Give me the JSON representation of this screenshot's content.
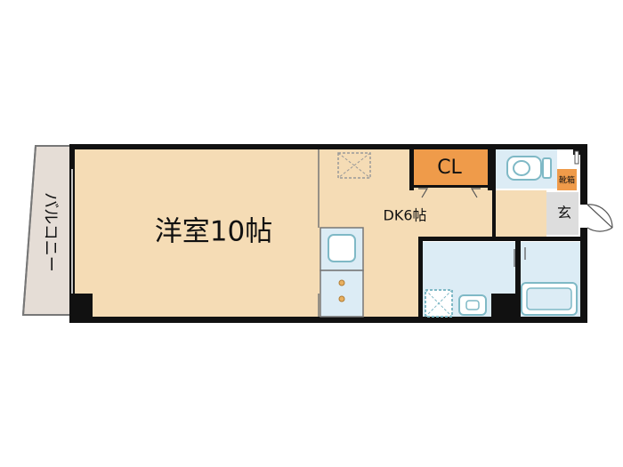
{
  "rooms": {
    "western_room": "洋室10帖",
    "dining_kitchen": "DK6帖",
    "closet": "CL",
    "balcony": "バルコニー",
    "entrance": "玄",
    "shoe_box": "靴箱"
  },
  "colors": {
    "room_floor": "#f5dcb5",
    "closet": "#ef9b4a",
    "wet_area": "#dcecf5",
    "balcony": "#e5ddd6",
    "entrance": "#dddddd",
    "wall": "#111111",
    "fixture_teal": "#7fb9c6"
  },
  "icons": [
    "toilet-icon",
    "sink-icon",
    "bathtub-icon",
    "washing-machine-pan-icon",
    "kitchen-sink-icon",
    "stove-icon",
    "skylight-hatch-icon",
    "door-swing-icon"
  ]
}
